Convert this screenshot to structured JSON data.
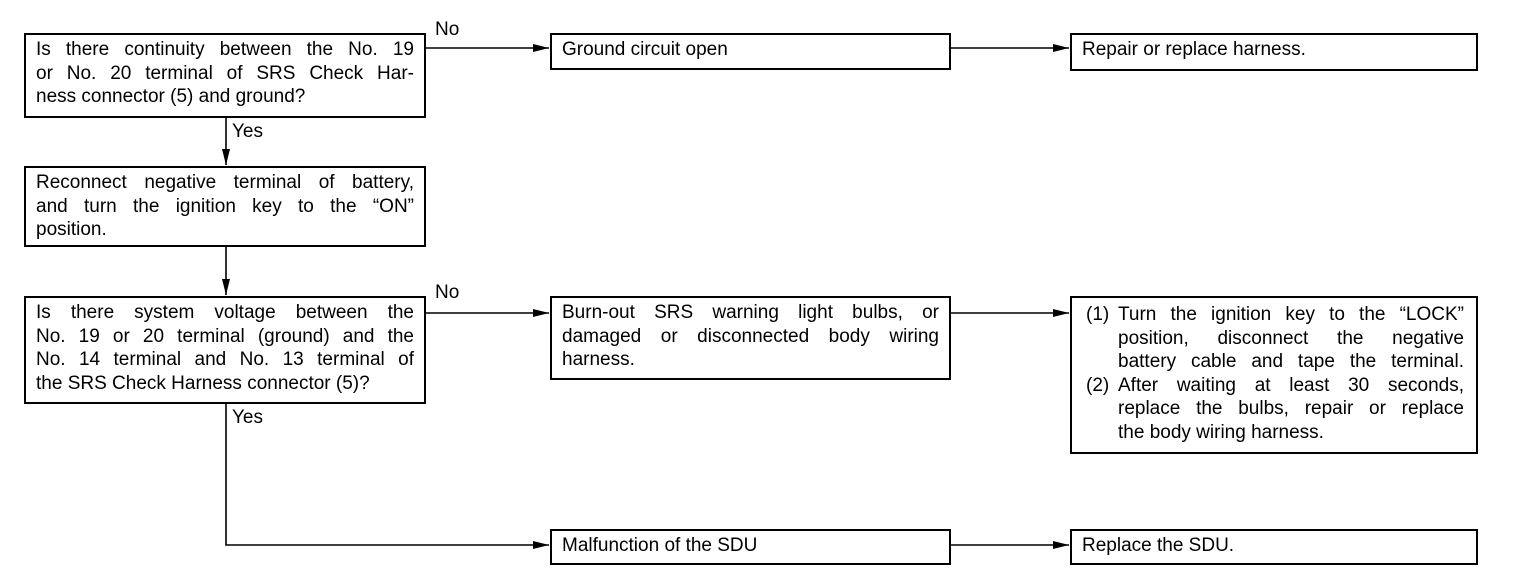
{
  "flowchart": {
    "q1": {
      "lines": [
        "Is there continuity between the No. 19",
        "or No. 20 terminal of SRS Check Har-",
        "ness connector (5) and ground?"
      ]
    },
    "step2": {
      "lines": [
        "Reconnect negative terminal of battery,",
        "and turn the ignition key to the “ON”",
        "position."
      ]
    },
    "q3": {
      "lines": [
        "Is there system voltage between the",
        "No. 19 or 20 terminal (ground) and the",
        "No. 14 terminal and No. 13 terminal of",
        "the SRS Check Harness connector (5)?"
      ]
    },
    "result1": {
      "text": "Ground circuit open"
    },
    "result2": {
      "lines": [
        "Burn-out SRS warning light bulbs, or",
        "damaged or disconnected body wiring",
        "harness."
      ]
    },
    "result3": {
      "text": "Malfunction of the SDU"
    },
    "action1": {
      "text": "Repair or replace harness."
    },
    "action2": {
      "steps": [
        {
          "num": "(1)",
          "lines": [
            "Turn the ignition key to the “LOCK”",
            "position, disconnect the negative",
            "battery cable and tape the terminal."
          ]
        },
        {
          "num": "(2)",
          "lines": [
            "After waiting at least 30 seconds,",
            "replace the bulbs, repair or replace",
            "the body wiring harness."
          ]
        }
      ]
    },
    "action3": {
      "text": "Replace the SDU."
    },
    "labels": {
      "no1": "No",
      "yes1": "Yes",
      "no2": "No",
      "yes2": "Yes"
    }
  }
}
